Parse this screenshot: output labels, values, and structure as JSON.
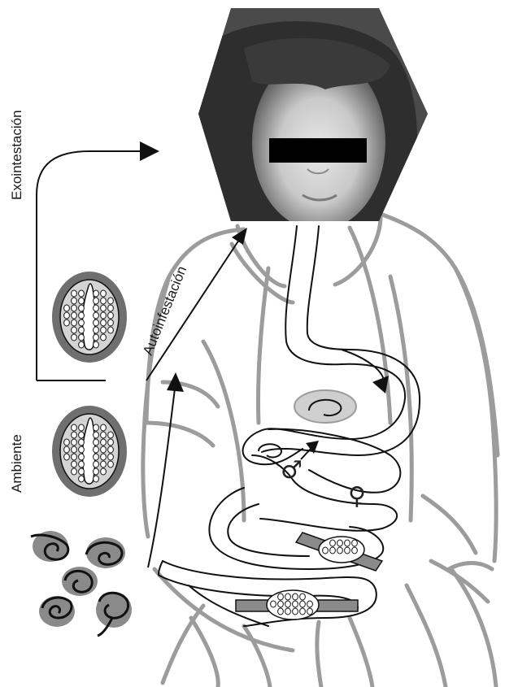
{
  "labels": {
    "exo": "Exointestación",
    "auto": "Autoinfestación",
    "ambiente": "Ambiente"
  },
  "symbols": {
    "male": "♂",
    "female": "♀"
  },
  "colors": {
    "outline": "#9c9c9c",
    "line": "#111111",
    "egg_shell": "#6f6f6f",
    "egg_inner": "#cfcfcf",
    "parasite_band": "#8a8a8a",
    "hexagon_fill": "#7d7d7d"
  }
}
